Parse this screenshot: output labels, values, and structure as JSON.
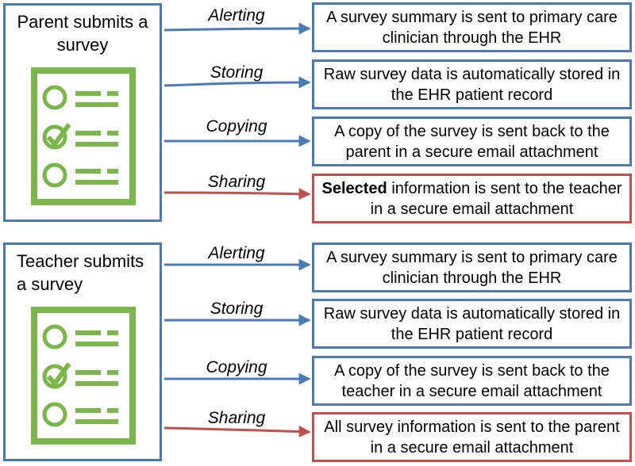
{
  "parent": {
    "title": "Parent submits a survey",
    "flows": [
      {
        "action": "Alerting",
        "text": "A survey summary is sent to primary care clinician through the EHR",
        "color": "blue"
      },
      {
        "action": "Storing",
        "text": "Raw survey data is automatically stored in the EHR patient record",
        "color": "blue"
      },
      {
        "action": "Copying",
        "text": "A copy of the survey is sent back to the parent in a secure email attachment",
        "color": "blue"
      },
      {
        "action": "Sharing",
        "bold": "Selected",
        "text": " information is sent to the teacher in a secure email attachment",
        "color": "red"
      }
    ]
  },
  "teacher": {
    "title": "Teacher submits a survey",
    "flows": [
      {
        "action": "Alerting",
        "text": "A survey summary is sent to primary care clinician through the EHR",
        "color": "blue"
      },
      {
        "action": "Storing",
        "text": "Raw survey data is automatically stored in the EHR patient record",
        "color": "blue"
      },
      {
        "action": "Copying",
        "text": "A copy of the survey is sent back to the teacher in a secure email attachment",
        "color": "blue"
      },
      {
        "action": "Sharing",
        "text": "All survey information is sent to the parent in a secure email attachment",
        "color": "red"
      }
    ]
  },
  "colors": {
    "blue": "#4a7ab8",
    "red": "#c0504d",
    "green": "#7ab648"
  }
}
